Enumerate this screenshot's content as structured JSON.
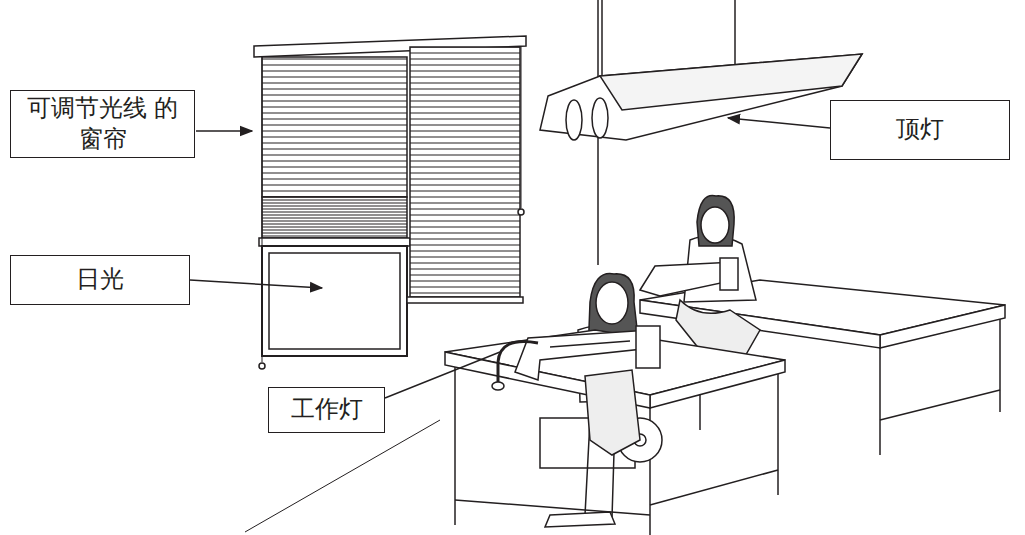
{
  "diagram": {
    "nodes": [
      {
        "text": [
          "可调节光线 的窗帘"
        ]
      },
      {
        "text": [
          "顶灯"
        ]
      },
      {
        "text": [
          "日光"
        ]
      },
      {
        "text": [
          "工作灯"
        ]
      }
    ]
  }
}
